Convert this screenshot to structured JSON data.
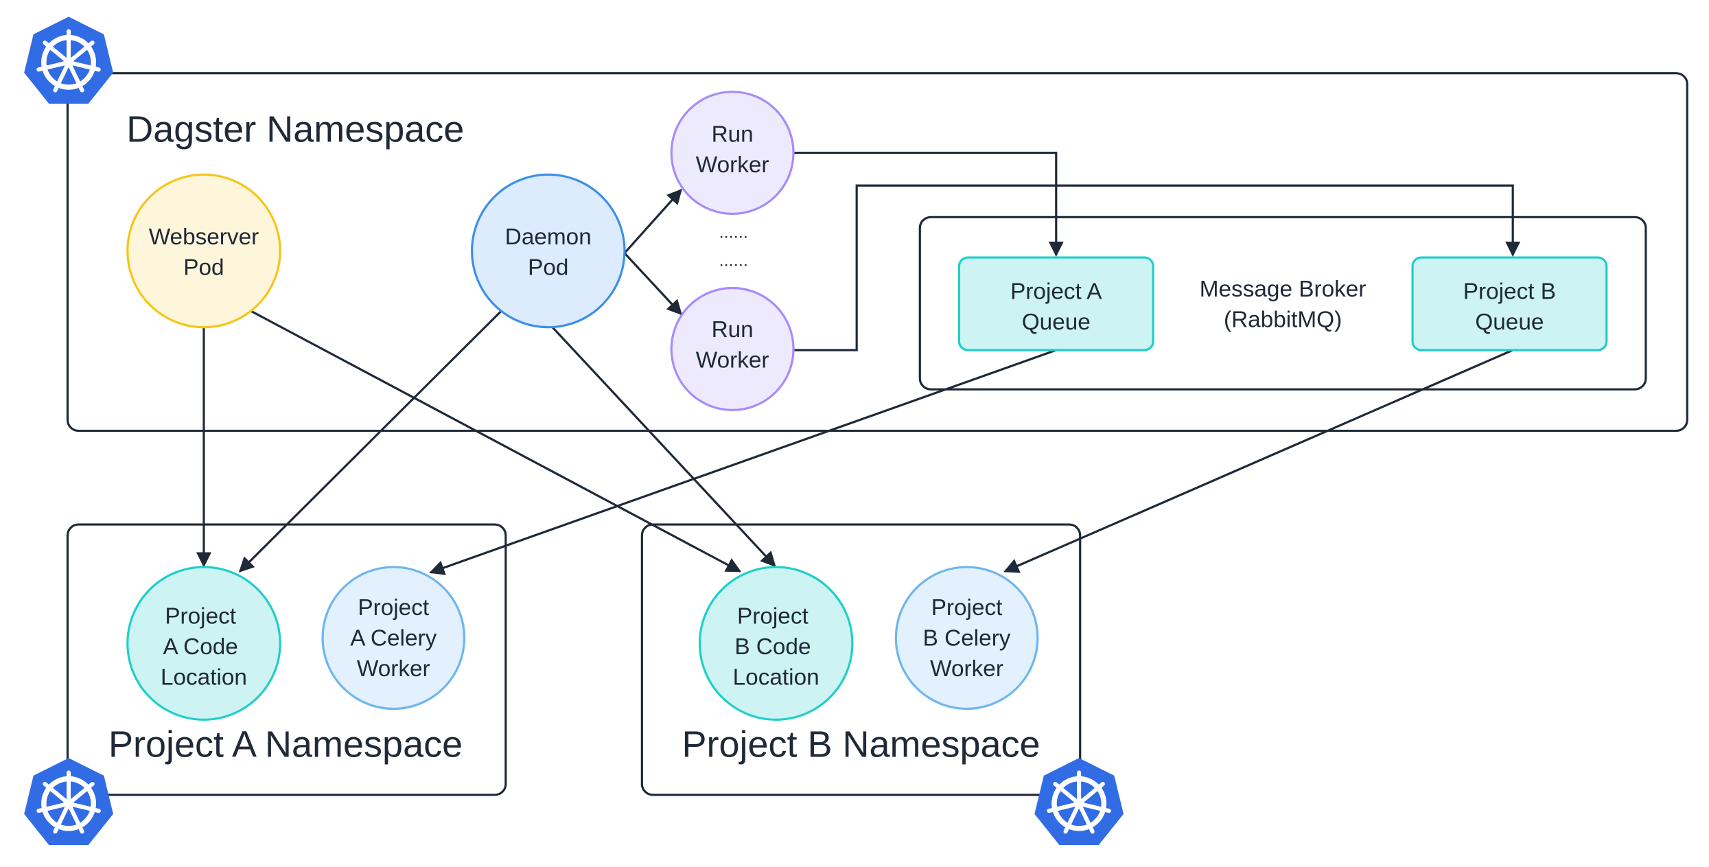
{
  "namespaces": {
    "dagster": "Dagster Namespace",
    "project_a": "Project A Namespace",
    "project_b": "Project B Namespace"
  },
  "broker": {
    "line1": "Message Broker",
    "line2": "(RabbitMQ)"
  },
  "nodes": {
    "webserver": [
      "Webserver",
      "Pod"
    ],
    "daemon": [
      "Daemon",
      "Pod"
    ],
    "run_worker_1": [
      "Run",
      "Worker"
    ],
    "run_worker_2": [
      "Run",
      "Worker"
    ],
    "queue_a": [
      "Project A",
      "Queue"
    ],
    "queue_b": [
      "Project B",
      "Queue"
    ],
    "code_a": [
      "Project",
      "A Code",
      "Location"
    ],
    "celery_a": [
      "Project",
      "A Celery",
      "Worker"
    ],
    "code_b": [
      "Project",
      "B Code",
      "Location"
    ],
    "celery_b": [
      "Project",
      "B Celery",
      "Worker"
    ]
  },
  "ellipsis": [
    "......",
    "......"
  ],
  "icons": [
    "kubernetes-icon",
    "kubernetes-icon",
    "kubernetes-icon"
  ],
  "colors": {
    "yellow_fill": "#FEF6DA",
    "yellow_stroke": "#F5C518",
    "blue_fill": "#DCEBFD",
    "blue_stroke": "#3B8FE8",
    "purple_fill": "#EEEAFD",
    "purple_stroke": "#A78BFA",
    "teal_fill": "#CDF3F3",
    "teal_stroke": "#1FCFC9",
    "lightblue_fill": "#E3F0FD",
    "lightblue_stroke": "#6FB6EE",
    "kubernetes_blue": "#326CE5",
    "line": "#1f2937"
  }
}
